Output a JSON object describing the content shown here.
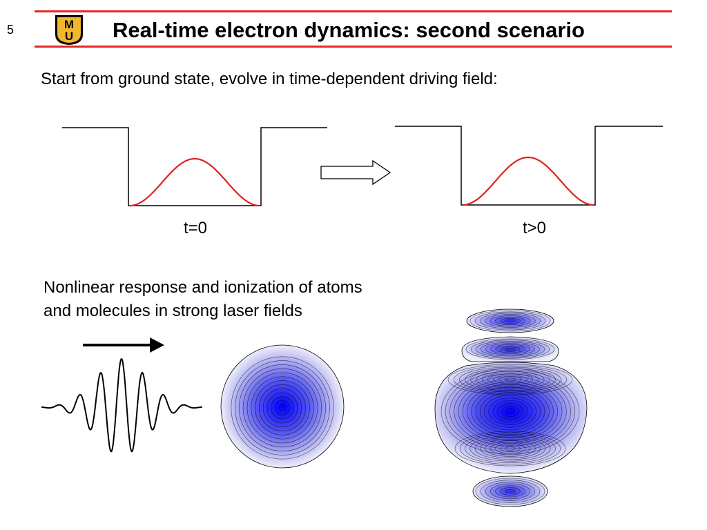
{
  "slide": {
    "number": "5",
    "title": "Real-time electron dynamics: second scenario",
    "logo_letters": [
      "M",
      "U"
    ]
  },
  "intro": {
    "text": "Start from ground state, evolve in time-dependent driving field:"
  },
  "wells": {
    "left_label": "t=0",
    "right_label": "t>0"
  },
  "laser": {
    "line1": "Nonlinear response and ionization of atoms",
    "line2": "and molecules in strong laser fields"
  },
  "colors": {
    "header_rule": "#e32626",
    "wavefunction": "#e02020",
    "density_core": "#0000ff",
    "logo_gold": "#f1b82d",
    "logo_black": "#000000"
  }
}
